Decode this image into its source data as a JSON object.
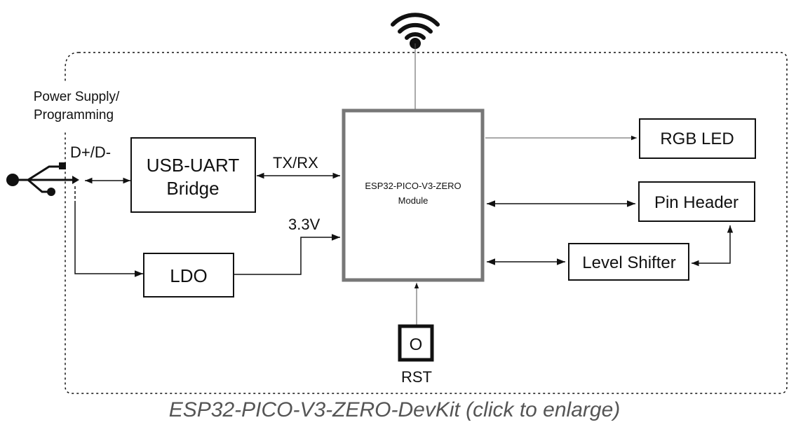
{
  "colors": {
    "line": "#111111",
    "thin_line": "#555555",
    "box_fill": "#ffffff",
    "caption": "#555555"
  },
  "icons": {
    "wifi": "wifi-icon",
    "usb": "usb-icon",
    "reset_button": "reset-button-icon"
  },
  "labels": {
    "power_supply_line1": "Power Supply/",
    "power_supply_line2": "Programming",
    "data_lines": "D+/D-",
    "tx_rx": "TX/RX",
    "voltage": "3.3V",
    "rst": "RST",
    "button_glyph": "O"
  },
  "blocks": {
    "usb_uart_line1": "USB-UART",
    "usb_uart_line2": "Bridge",
    "ldo": "LDO",
    "esp_module_line1": "ESP32-PICO-V3-ZERO",
    "esp_module_line2": "Module",
    "rgb_led": "RGB LED",
    "pin_header": "Pin Header",
    "level_shifter": "Level Shifter"
  },
  "caption": "ESP32-PICO-V3-ZERO-DevKit (click to enlarge)"
}
